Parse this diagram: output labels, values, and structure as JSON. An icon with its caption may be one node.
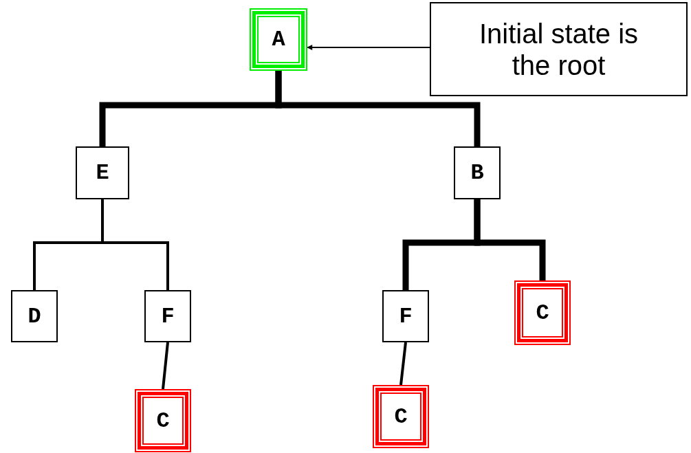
{
  "diagram": {
    "nodes": [
      {
        "text": [
          "A"
        ]
      },
      {
        "text": [
          "Initial state is the root"
        ]
      },
      {
        "text": [
          "E"
        ]
      },
      {
        "text": [
          "B"
        ]
      },
      {
        "text": [
          "D"
        ]
      },
      {
        "text": [
          "F"
        ]
      },
      {
        "text": [
          "F"
        ]
      },
      {
        "text": [
          "C"
        ]
      },
      {
        "text": [
          "C"
        ]
      },
      {
        "text": [
          "C"
        ]
      }
    ],
    "edges": [
      {
        "from": 1,
        "to": 0,
        "arrow": "to"
      },
      {
        "from": 0,
        "to": 2,
        "arrow": "none",
        "style": "thick"
      },
      {
        "from": 0,
        "to": 3,
        "arrow": "none",
        "style": "thick"
      },
      {
        "from": 2,
        "to": 4,
        "arrow": "none"
      },
      {
        "from": 2,
        "to": 5,
        "arrow": "none"
      },
      {
        "from": 3,
        "to": 6,
        "arrow": "none",
        "style": "thick"
      },
      {
        "from": 3,
        "to": 7,
        "arrow": "none",
        "style": "thick"
      },
      {
        "from": 5,
        "to": 9,
        "arrow": "none"
      },
      {
        "from": 6,
        "to": 8,
        "arrow": "none"
      }
    ]
  }
}
